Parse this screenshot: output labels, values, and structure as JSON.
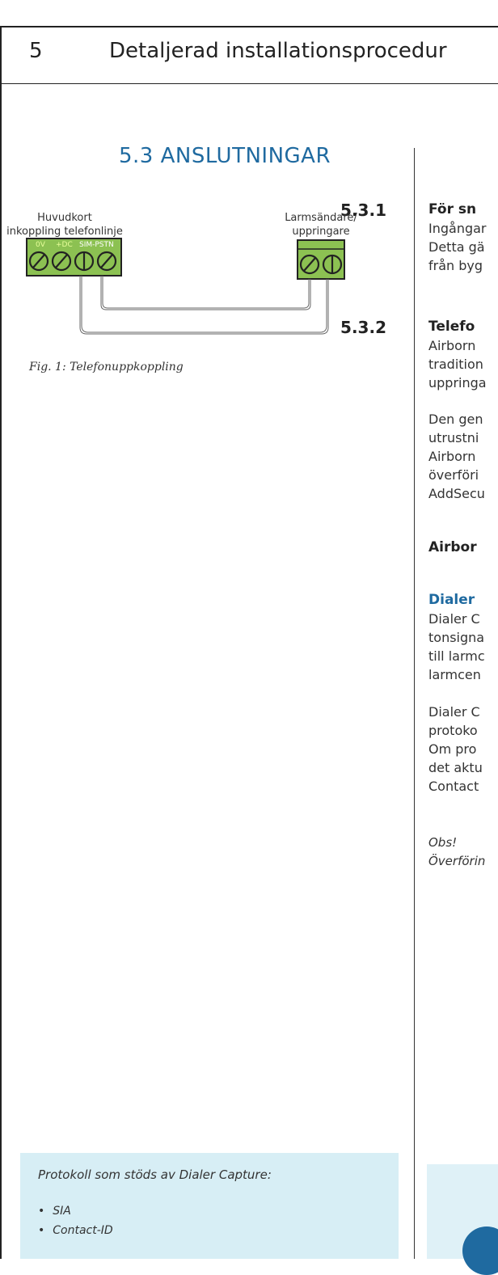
{
  "chapter": {
    "number": "5",
    "title": "Detaljerad installationsprocedur"
  },
  "section": {
    "title": "5.3  ANSLUTNINGAR"
  },
  "subsection_531": {
    "number": "5.3.1",
    "heading": "För sn",
    "lines": [
      "Ingångar",
      "Detta gä",
      "från byg"
    ]
  },
  "subsection_532": {
    "number": "5.3.2",
    "heading": "Telefo",
    "para1": [
      "Airborn",
      "tradition",
      "uppringa"
    ],
    "para2": [
      "Den gen",
      "utrustni",
      "Airborn",
      "överföri",
      "AddSecu"
    ]
  },
  "airborne_heading": "Airbor",
  "dialer_heading": "Dialer",
  "dialer_para1": [
    "Dialer C",
    "tonsigna",
    "till larmc",
    "larmcen"
  ],
  "dialer_para2": [
    "Dialer C",
    "protoko",
    "Om pro",
    "det aktu",
    "Contact"
  ],
  "obs": {
    "label": "Obs!",
    "text": "Överförin"
  },
  "diagram": {
    "left_label_line1": "Huvudkort",
    "left_label_line2": "inkoppling telefonlinje",
    "right_label_line1": "Larmsändare/",
    "right_label_line2": "uppringare",
    "terminal_0v": "0V",
    "terminal_dc": "+DC",
    "terminal_sim": "SIM-PSTN",
    "terminal_color": "#8cc152",
    "caption": "Fig. 1: Telefonuppkoppling"
  },
  "note": {
    "title": "Protokoll som stöds av Dialer Capture:",
    "items": [
      "SIA",
      "Contact-ID"
    ]
  },
  "colors": {
    "accent": "#1f6aa0",
    "note_bg": "#d7eef5"
  }
}
